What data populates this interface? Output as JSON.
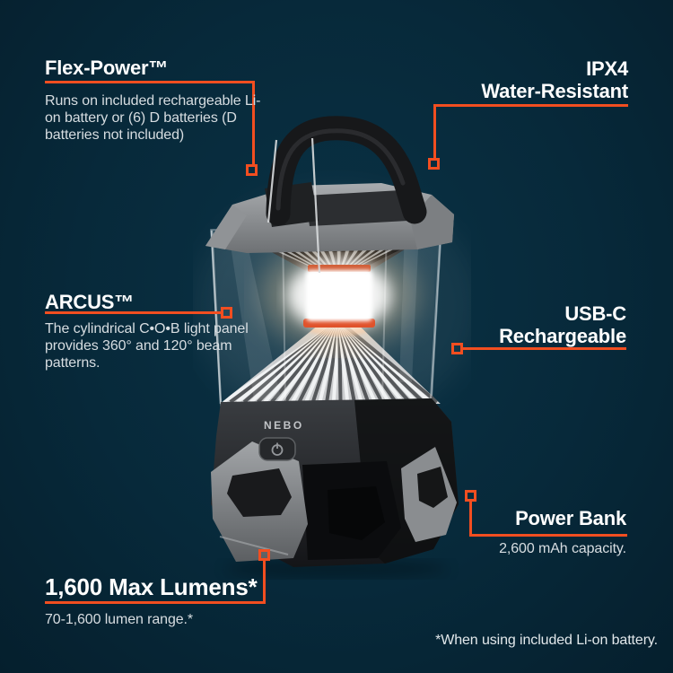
{
  "colors": {
    "accent": "#F24E20",
    "background": "#07293A",
    "heading": "#FFFFFF",
    "body_text": "#D7DDE1"
  },
  "product": {
    "brand": "NEBO"
  },
  "callouts": {
    "flex_power": {
      "title": "Flex-Power™",
      "description": "Runs on included rechargeable Li-on battery or (6) D batteries (D batteries not included)"
    },
    "ipx4": {
      "title_line1": "IPX4",
      "title_line2": "Water-Resistant"
    },
    "arcus": {
      "title": "ARCUS™",
      "description": "The cylindrical C•O•B light panel provides 360° and 120° beam patterns."
    },
    "usb_c": {
      "title_line1": "USB-C",
      "title_line2": "Rechargeable"
    },
    "power_bank": {
      "title": "Power Bank",
      "description": "2,600 mAh capacity."
    },
    "max_lumens": {
      "title": "1,600 Max Lumens*",
      "description": "70-1,600 lumen range.*"
    }
  },
  "footnote": "*When using included Li-on battery."
}
